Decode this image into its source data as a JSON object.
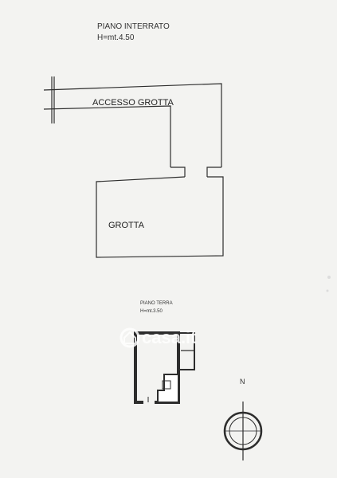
{
  "lower_floor": {
    "title": "PIANO INTERRATO",
    "height_label": "H=mt.4.50",
    "corridor_label": "ACCESSO GROTTA",
    "room_label": "GROTTA"
  },
  "ground_floor": {
    "title": "PIANO TERRA",
    "height_label": "H=mt.3.50"
  },
  "watermark": "casa.it",
  "compass": {
    "north_label": "N"
  },
  "colors": {
    "paper": "#f3f3f1",
    "ink": "#2d2d2d",
    "wall_fill": "#8a8a8a",
    "watermark": "#ffffff"
  }
}
